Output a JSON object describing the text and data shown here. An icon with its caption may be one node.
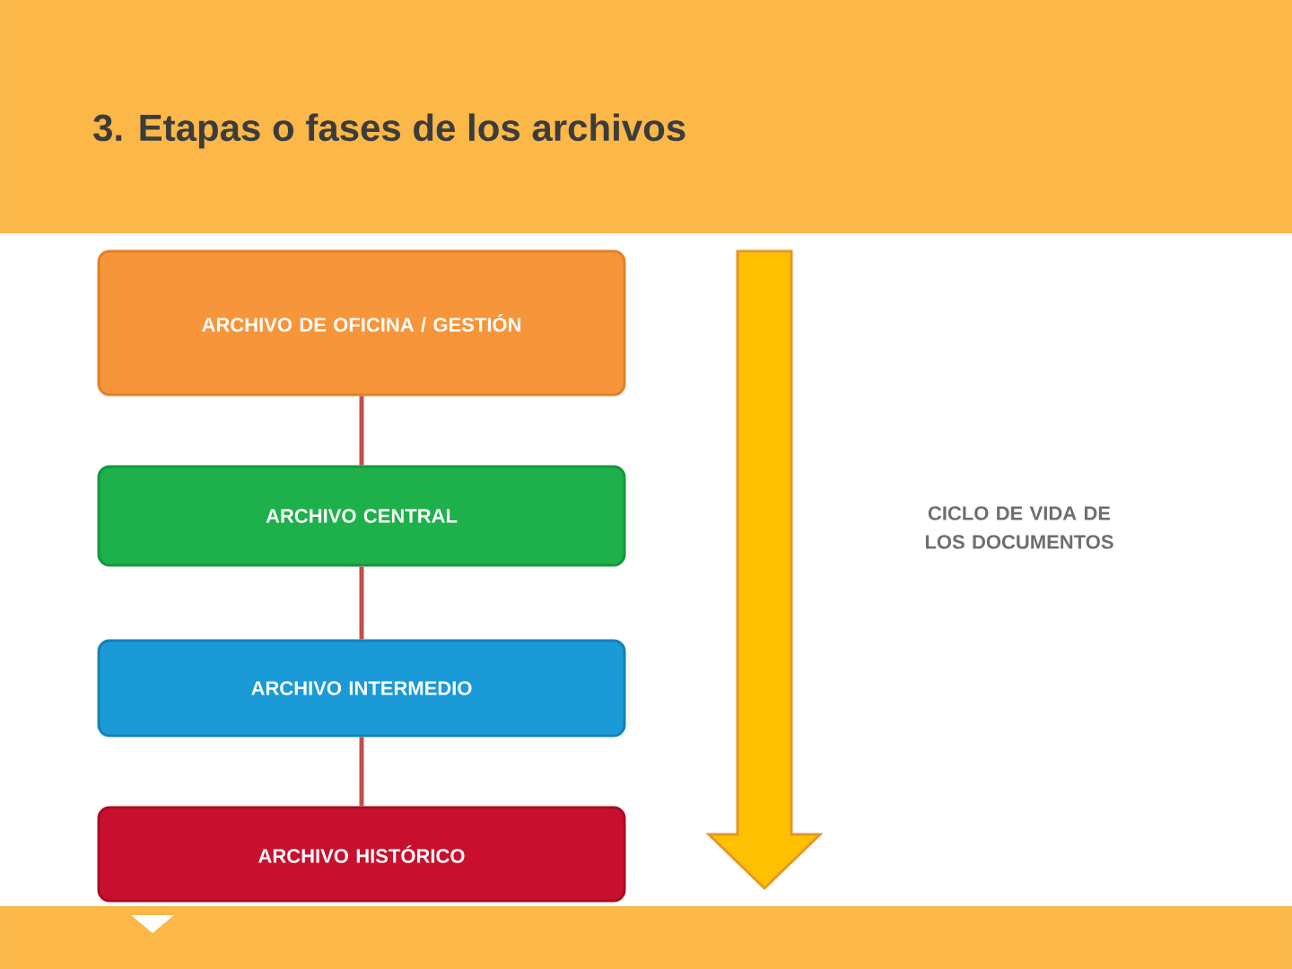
{
  "diagram": {
    "title": "3. Etapas o fases de los archivos",
    "nodes": [
      {
        "text": [
          "ARCHIVO DE OFICINA / GESTIÓN"
        ]
      },
      {
        "text": [
          "ARCHIVO CENTRAL"
        ]
      },
      {
        "text": [
          "ARCHIVO INTERMEDIO"
        ]
      },
      {
        "text": [
          "ARCHIVO HISTÓRICO"
        ]
      }
    ],
    "edges": [
      {
        "from": 0,
        "to": 1,
        "arrow": "none"
      },
      {
        "from": 1,
        "to": 2,
        "arrow": "none"
      },
      {
        "from": 2,
        "to": 3,
        "arrow": "none"
      }
    ],
    "labels": [
      "CICLO DE VIDA DE LOS DOCUMENTOS"
    ]
  }
}
